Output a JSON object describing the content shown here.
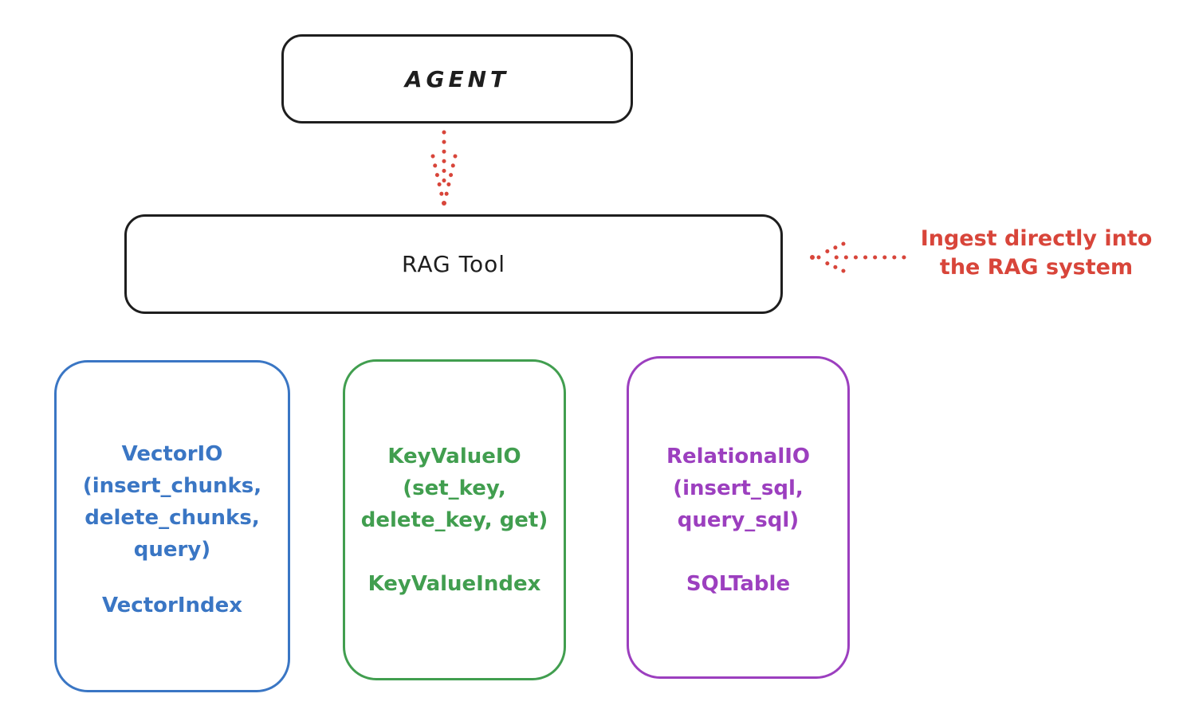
{
  "diagram": {
    "agent": {
      "label": "AGENT"
    },
    "rag_tool": {
      "label": "RAG Tool"
    },
    "annotation": {
      "line1": "Ingest directly into",
      "line2": "the RAG system"
    },
    "storage_boxes": [
      {
        "name": "vector-io",
        "lines": [
          "VectorIO",
          "(insert_chunks,",
          "delete_chunks,",
          "query)"
        ],
        "index_label": "VectorIndex",
        "color": "#3a76c4"
      },
      {
        "name": "keyvalue-io",
        "lines": [
          "KeyValueIO",
          "(set_key,",
          "delete_key, get)"
        ],
        "index_label": "KeyValueIndex",
        "color": "#419e4f"
      },
      {
        "name": "relational-io",
        "lines": [
          "RelationalIO",
          "(insert_sql,",
          "query_sql)"
        ],
        "index_label": "SQLTable",
        "color": "#9c3fbf"
      }
    ],
    "colors": {
      "ink": "#1e1e1e",
      "arrow_red": "#d8453a",
      "background": "#ffffff"
    }
  }
}
